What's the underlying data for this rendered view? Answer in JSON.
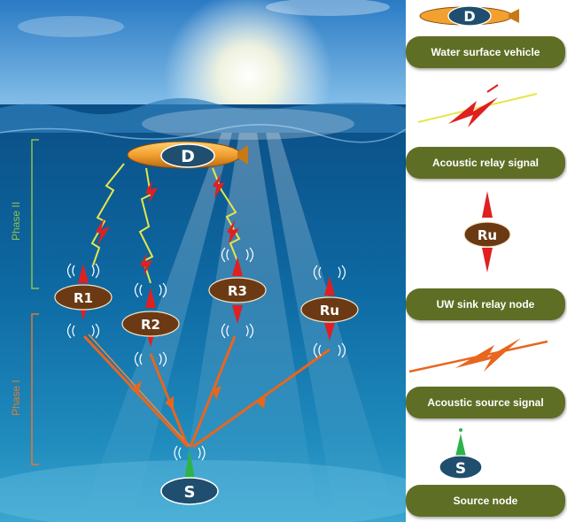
{
  "scene": {
    "surface_vehicle_label": "D",
    "relays": [
      {
        "label": "R1"
      },
      {
        "label": "R2"
      },
      {
        "label": "R3"
      },
      {
        "label": "Ru"
      }
    ],
    "source_label": "S",
    "phase_upper": "Phase II",
    "phase_lower": "Phase I"
  },
  "legend": {
    "vehicle_icon_label": "D",
    "vehicle_caption": "Water surface vehicle",
    "relay_signal_caption": "Acoustic relay  signal",
    "relay_icon_label": "Ru",
    "relay_caption": "UW sink relay  node",
    "source_signal_caption": "Acoustic source signal",
    "source_icon_label": "S",
    "source_caption": "Source node"
  },
  "colors": {
    "pill": "#5f6e25",
    "relay_body": "#6b3a14",
    "vehicle_hull": "#f2a030",
    "node_body": "#1f4e6e",
    "relay_signal": "#e02020",
    "source_signal": "#e8661e",
    "phase": "#8bc34a",
    "phase_lower": "#e07a30"
  }
}
